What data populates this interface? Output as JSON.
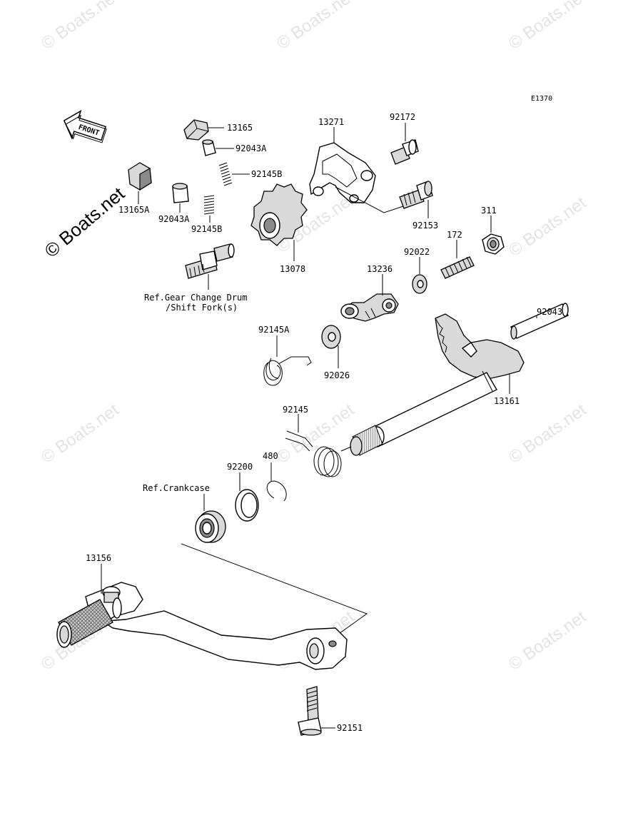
{
  "diagram_code": "E1370",
  "front_arrow_label": "FRONT",
  "watermark_text": "© Boats.net",
  "ref_gear_change_line1": "Ref.Gear Change Drum",
  "ref_gear_change_line2": "/Shift Fork(s)",
  "ref_crankcase": "Ref.Crankcase",
  "parts": {
    "p13165": "13165",
    "p92043A_top": "92043A",
    "p92145B_top": "92145B",
    "p13165A": "13165A",
    "p92043A_bottom": "92043A",
    "p92145B_bottom": "92145B",
    "p13078": "13078",
    "p13271": "13271",
    "p92172": "92172",
    "p92153": "92153",
    "p311": "311",
    "p172": "172",
    "p92022": "92022",
    "p13236": "13236",
    "p92043": "92043",
    "p92145A": "92145A",
    "p92026": "92026",
    "p13161": "13161",
    "p92145": "92145",
    "p480": "480",
    "p92200": "92200",
    "p13156": "13156",
    "p92151": "92151"
  }
}
